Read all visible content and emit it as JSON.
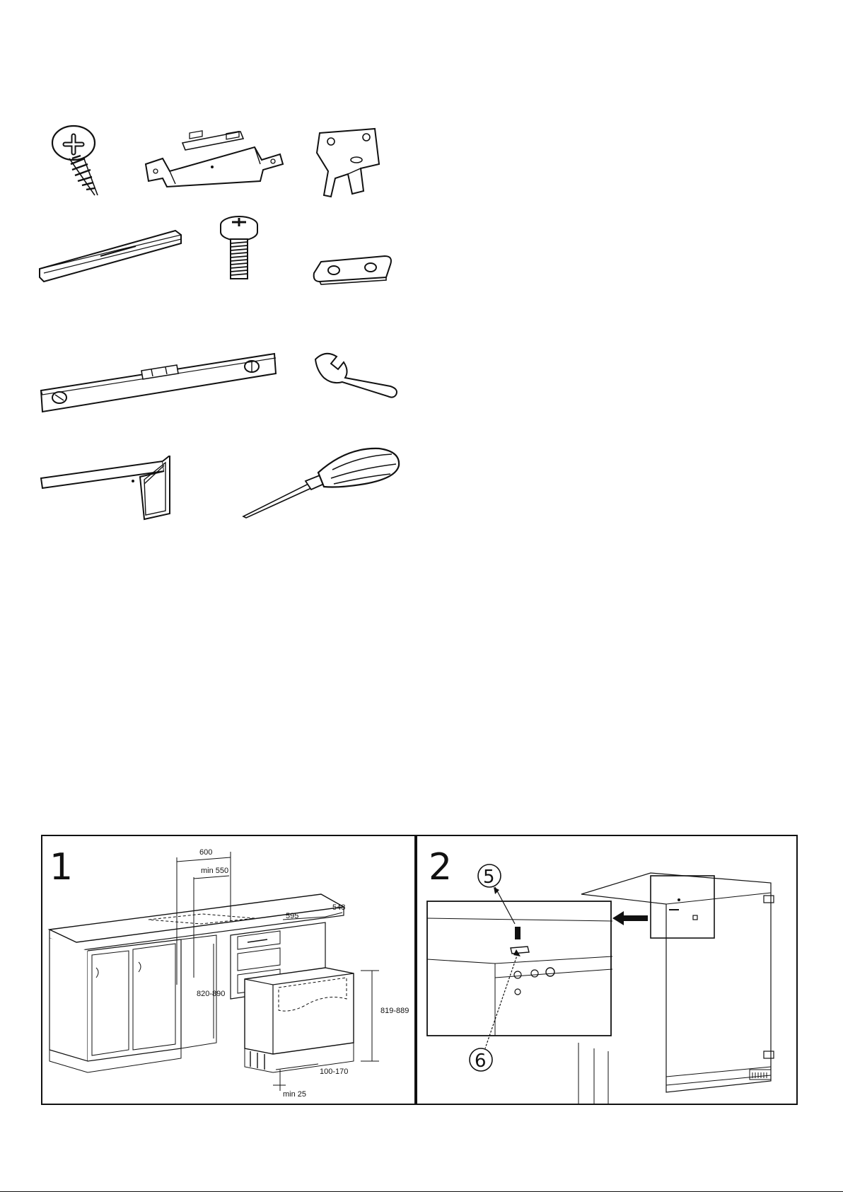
{
  "steps": [
    {
      "number": "1",
      "dimensions": [
        "600",
        "min 550",
        "595",
        "548",
        "820-890",
        "819-889",
        "100-170",
        "min 25"
      ]
    },
    {
      "number": "2",
      "callouts": [
        "5",
        "6"
      ]
    }
  ],
  "icons": [
    "screw-icon",
    "hinge-bracket-icon",
    "angle-bracket-icon",
    "trim-strip-icon",
    "bolt-icon",
    "plate-icon",
    "spirit-level-icon",
    "wrench-icon",
    "try-square-icon",
    "screwdriver-icon"
  ]
}
